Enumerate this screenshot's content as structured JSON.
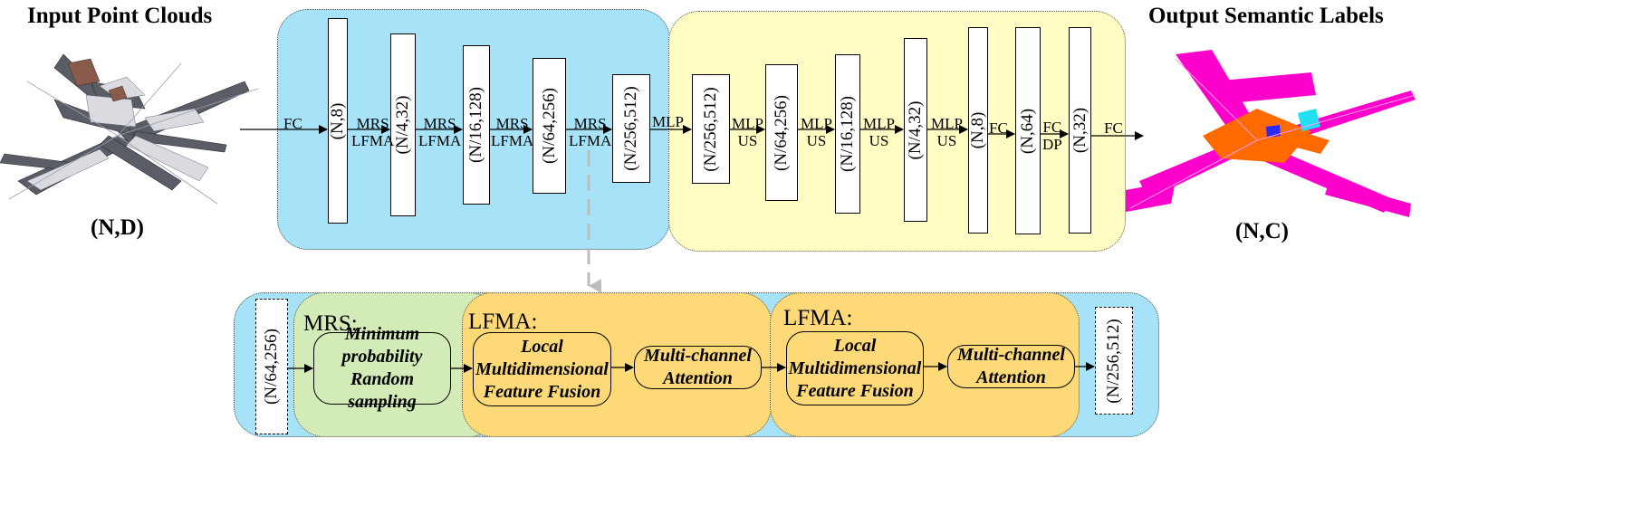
{
  "titles": {
    "input": "Input Point Clouds",
    "output": "Output Semantic Labels",
    "input_dim": "(N,D)",
    "output_dim": "(N,C)"
  },
  "encoder_layers": [
    "(N,8)",
    "(N/4,32)",
    "(N/16,128)",
    "(N/64,256)",
    "(N/256,512)"
  ],
  "decoder_layers": [
    "(N/256,512)",
    "(N/64,256)",
    "(N/16,128)",
    "(N/4,32)",
    "(N,8)",
    "(N,64)",
    "(N,32)"
  ],
  "ops": {
    "fc_in": "FC",
    "mrs": "MRS",
    "lfma": "LFMA",
    "mlp": "MLP",
    "us": "US",
    "fc": "FC",
    "dp": "DP",
    "fc_out": "FC"
  },
  "detail": {
    "input_layer": "(N/64,256)",
    "output_layer": "(N/256,512)",
    "mrs_title": "MRS:",
    "lfma_title_1": "LFMA:",
    "lfma_title_2": "LFMA:",
    "mrs_module": "Minimum\nprobability\nRandom sampling",
    "lmff_module_1": "Local\nMultidimensional\nFeature Fusion",
    "mca_module_1": "Multi-channel\nAttention",
    "lmff_module_2": "Local\nMultidimensional\nFeature Fusion",
    "mca_module_2": "Multi-channel\nAttention"
  },
  "colors": {
    "encoder_bg": "#a6e3f8",
    "decoder_bg": "#fffdc3",
    "mrs_bg": "#d3ebb6",
    "lfma_bg": "#fdd977",
    "label_magenta": "#ff00cc",
    "label_orange": "#ff6a00",
    "label_cyan": "#22e0f0"
  },
  "icons": [
    "input-point-cloud-image",
    "output-semantic-label-image"
  ]
}
